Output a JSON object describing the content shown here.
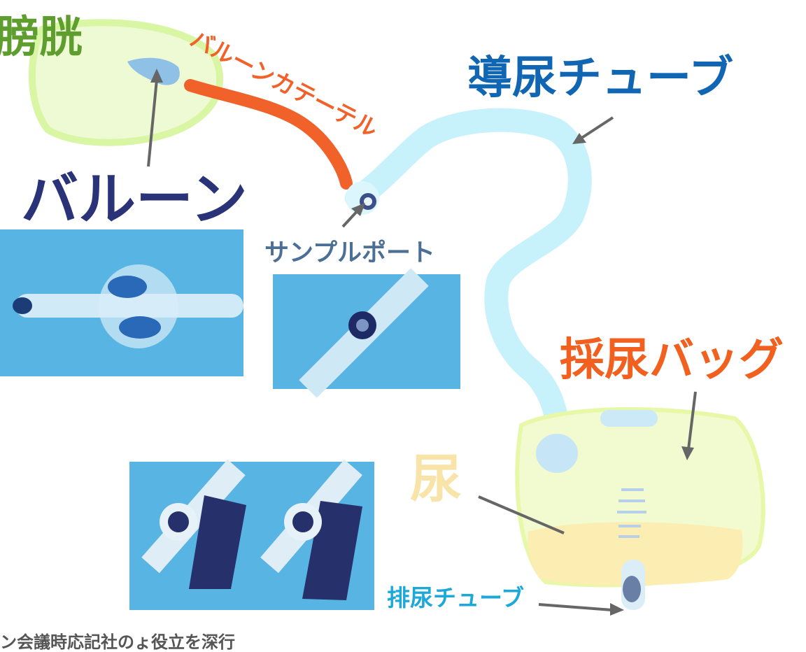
{
  "labels": {
    "bladder": "膀胱",
    "balloon_catheter": "バルーンカテーテル",
    "drainage_tube": "導尿チューブ",
    "balloon": "バルーン",
    "sample_port": "サンプルポート",
    "urine_bag": "採尿バッグ",
    "urine": "尿",
    "drain_tube": "排尿チューブ",
    "footer": "ン会議時応記社のょ役立を深行"
  },
  "colors": {
    "bladder": "#5e9e2e",
    "catheter": "#f0622a",
    "tube": "#1166b3",
    "balloon": "#2a3378",
    "port": "#4b6f95",
    "bag": "#f2601f",
    "urine": "#f8e3a8",
    "drain": "#1ca9d9",
    "photo_bg": "#58b4e2"
  }
}
